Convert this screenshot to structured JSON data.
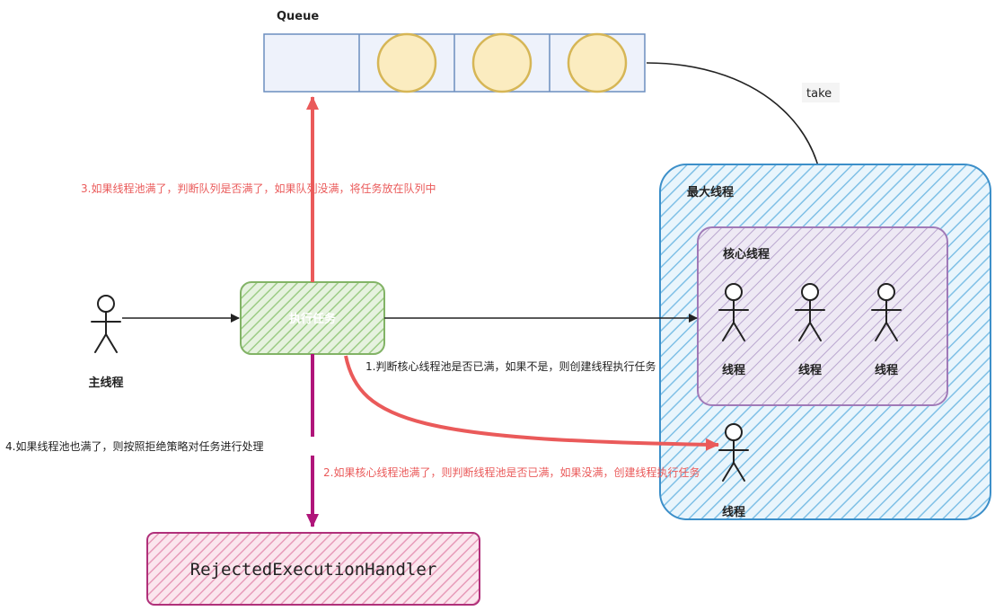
{
  "queue": {
    "title": "Queue",
    "slots": [
      {
        "filled": false
      },
      {
        "filled": true
      },
      {
        "filled": true
      },
      {
        "filled": true
      }
    ]
  },
  "take_label": "take",
  "pool": {
    "max_label": "最大线程",
    "core_label": "核心线程",
    "core_threads": [
      {
        "label": "线程"
      },
      {
        "label": "线程"
      },
      {
        "label": "线程"
      }
    ],
    "extra_thread": {
      "label": "线程"
    }
  },
  "main_thread_label": "主线程",
  "task_label": "执行任务",
  "steps": {
    "step1": "1.判断核心线程池是否已满，如果不是，则创建线程执行任务",
    "step2": "2.如果核心线程池满了，则判断线程池是否已满，如果没满，创建线程执行任务",
    "step3": "3.如果线程池满了，判断队列是否满了，如果队列没满，将任务放在队列中",
    "step4": "4.如果线程池也满了，则按照拒绝策略对任务进行处理"
  },
  "handler_label": "RejectedExecutionHandler",
  "colors": {
    "queue_fill": "#eef2fb",
    "queue_stroke": "#6c8ebf",
    "ball_fill": "#fbecc0",
    "ball_stroke": "#d6b656",
    "pool_fill": "#bfe1f3",
    "pool_stroke": "#3c8fc9",
    "core_fill": "#d8cfe8",
    "core_stroke": "#9673a6",
    "task_fill": "#d5e8d4",
    "task_stroke": "#82b366",
    "handler_fill": "#f5c6d8",
    "handler_stroke": "#b0307a",
    "red": "#ea5a5a",
    "magenta": "#b0157a"
  }
}
